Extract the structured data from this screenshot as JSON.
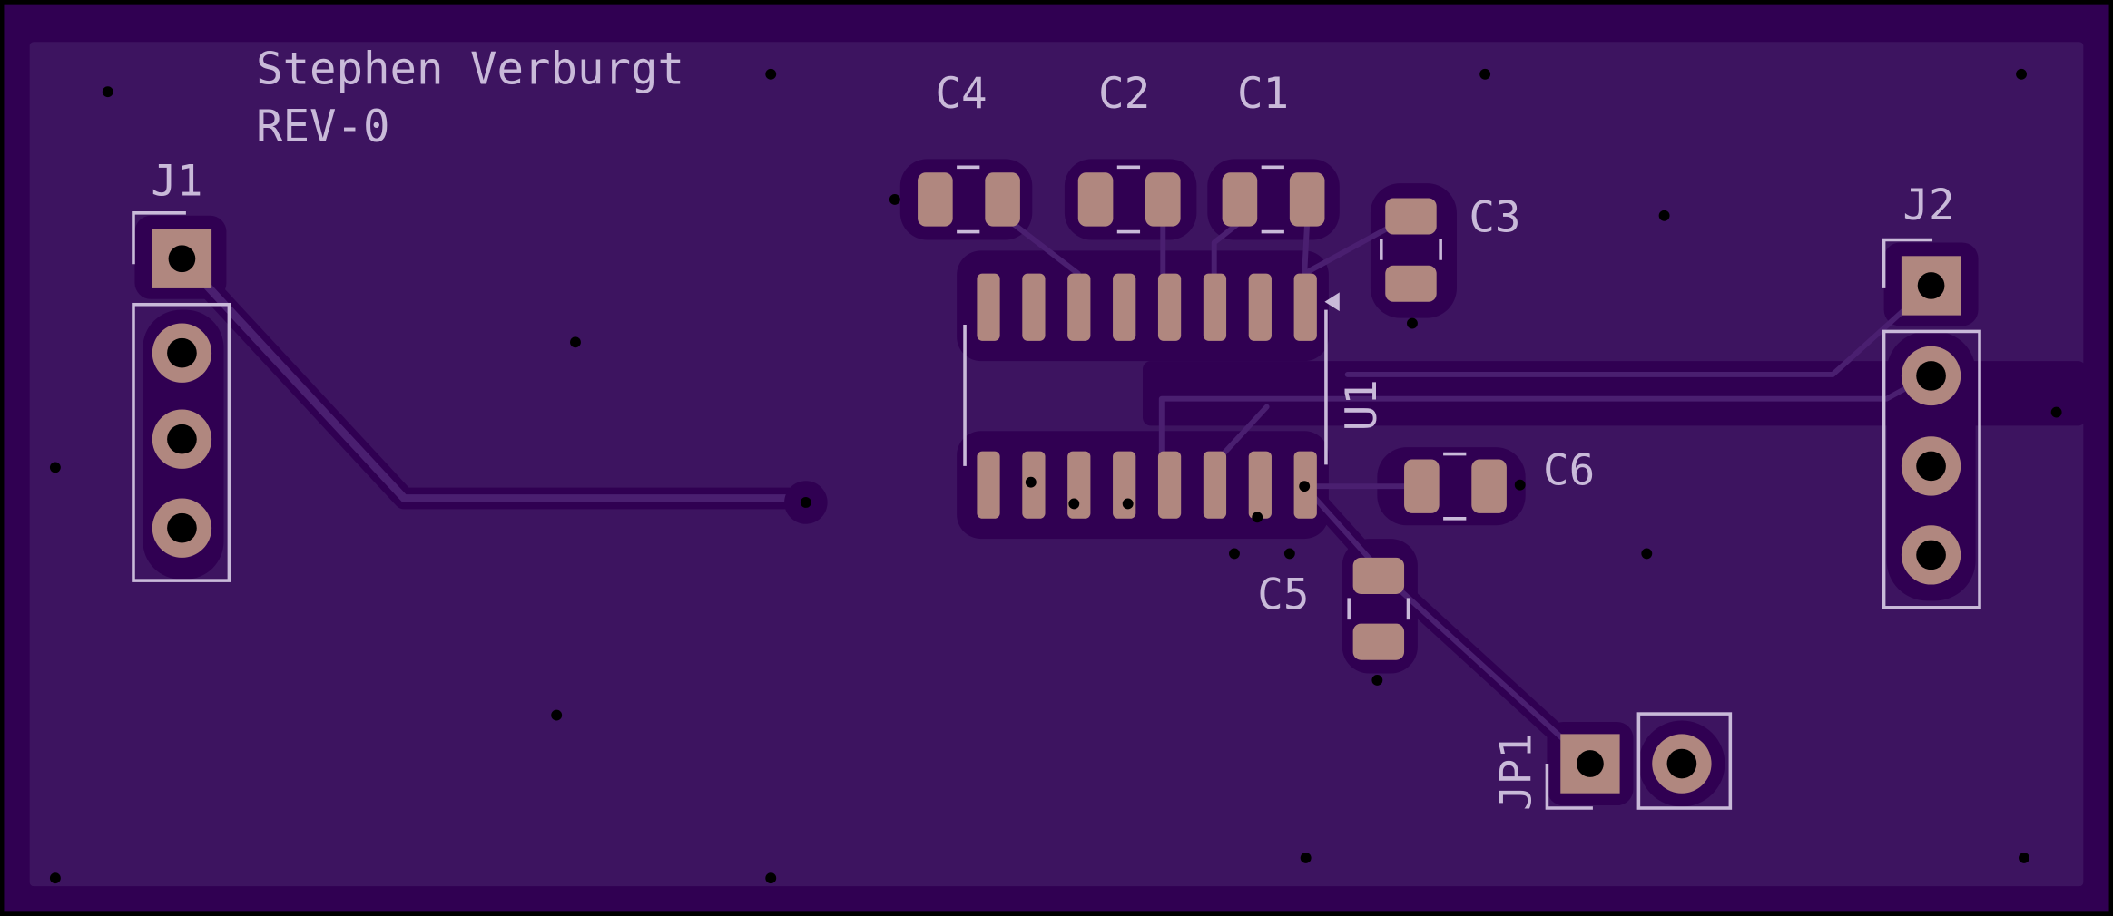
{
  "board": {
    "author": "Stephen Verburgt",
    "revision": "REV-0",
    "colors": {
      "board": "#3d1460",
      "edge": "#300052",
      "copper": "#b0877f",
      "silkscreen": "#c9bad9"
    }
  },
  "designators": {
    "j1": "J1",
    "j2": "J2",
    "jp1": "JP1",
    "u1": "U1",
    "c1": "C1",
    "c2": "C2",
    "c3": "C3",
    "c4": "C4",
    "c5": "C5",
    "c6": "C6"
  }
}
